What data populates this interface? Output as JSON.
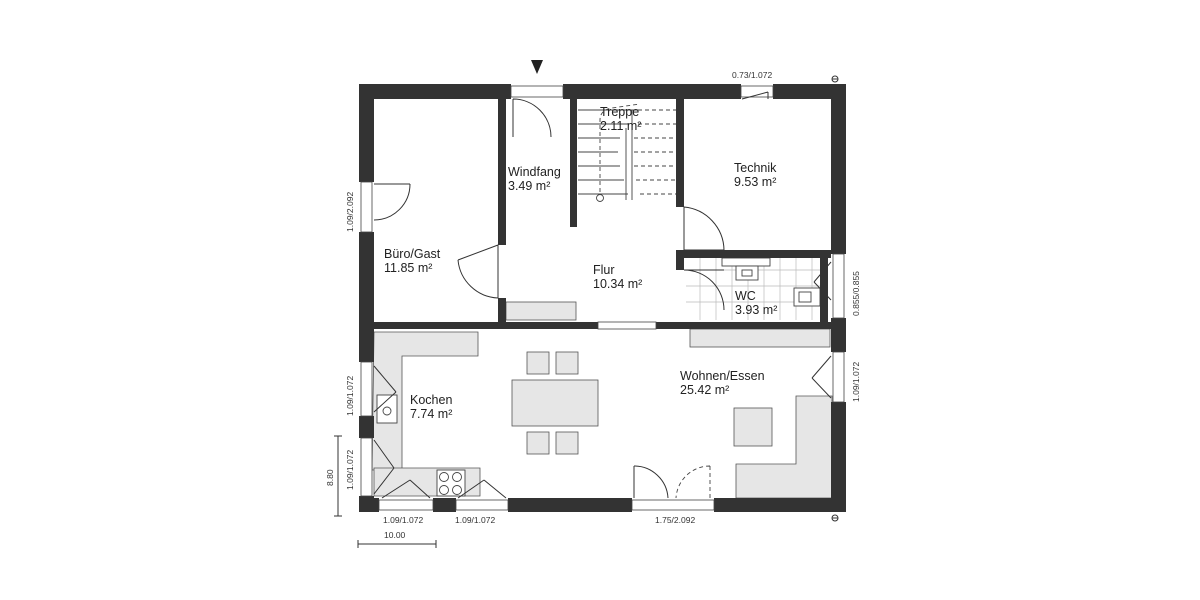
{
  "rooms": {
    "buero": {
      "name": "Büro/Gast",
      "area": "11.85 m²"
    },
    "windfang": {
      "name": "Windfang",
      "area": "3.49 m²"
    },
    "treppe": {
      "name": "Treppe",
      "area": "2.11 m²"
    },
    "technik": {
      "name": "Technik",
      "area": "9.53 m²"
    },
    "flur": {
      "name": "Flur",
      "area": "10.34 m²"
    },
    "wc": {
      "name": "WC",
      "area": "3.93 m²"
    },
    "kochen": {
      "name": "Kochen",
      "area": "7.74 m²"
    },
    "wohnen": {
      "name": "Wohnen/Essen",
      "area": "25.42 m²"
    }
  },
  "windows": {
    "top_right": "0.73/1.072",
    "left_buero": "1.09/2.092",
    "right_wc": "0.855/0.855",
    "left_kochen": "1.09/1.072",
    "left_lower": "1.09/1.072",
    "right_wohnen": "1.09/1.072",
    "bottom_left_1": "1.09/1.072",
    "bottom_left_2": "1.09/1.072",
    "bottom_terrace": "1.75/2.092"
  },
  "dimensions": {
    "height": "8.80",
    "width": "10.00"
  },
  "icons": {
    "entrance": "entrance-arrow-icon",
    "north": "compass-marker-icon"
  }
}
